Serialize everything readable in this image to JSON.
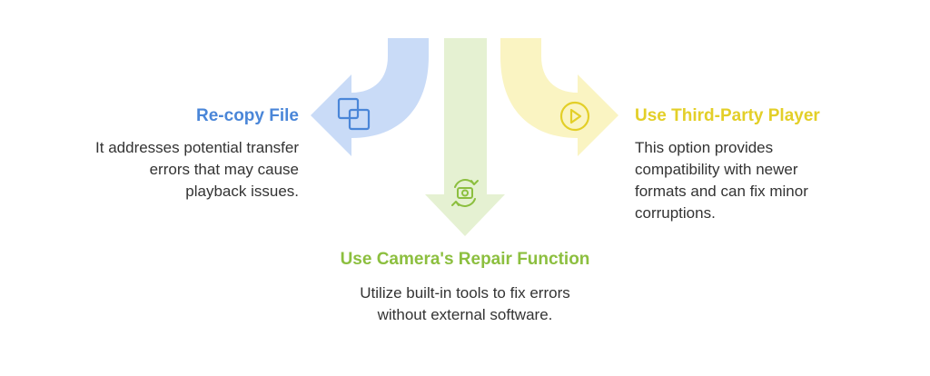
{
  "options": [
    {
      "key": "left",
      "title": "Re-copy File",
      "description": "It addresses potential transfer errors that may cause playback issues.",
      "color": "#4a86d8",
      "fill": "#c9dbf7",
      "icon": "copy-icon"
    },
    {
      "key": "center",
      "title": "Use Camera's Repair Function",
      "description": "Utilize built-in tools to fix errors without external software.",
      "color": "#8cbf3f",
      "fill": "#e5f1d2",
      "icon": "camera-repair-icon"
    },
    {
      "key": "right",
      "title": "Use Third-Party Player",
      "description": "This option provides compatibility with newer formats and can fix minor corruptions.",
      "color": "#e3cf28",
      "fill": "#faf4c2",
      "icon": "play-icon"
    }
  ]
}
